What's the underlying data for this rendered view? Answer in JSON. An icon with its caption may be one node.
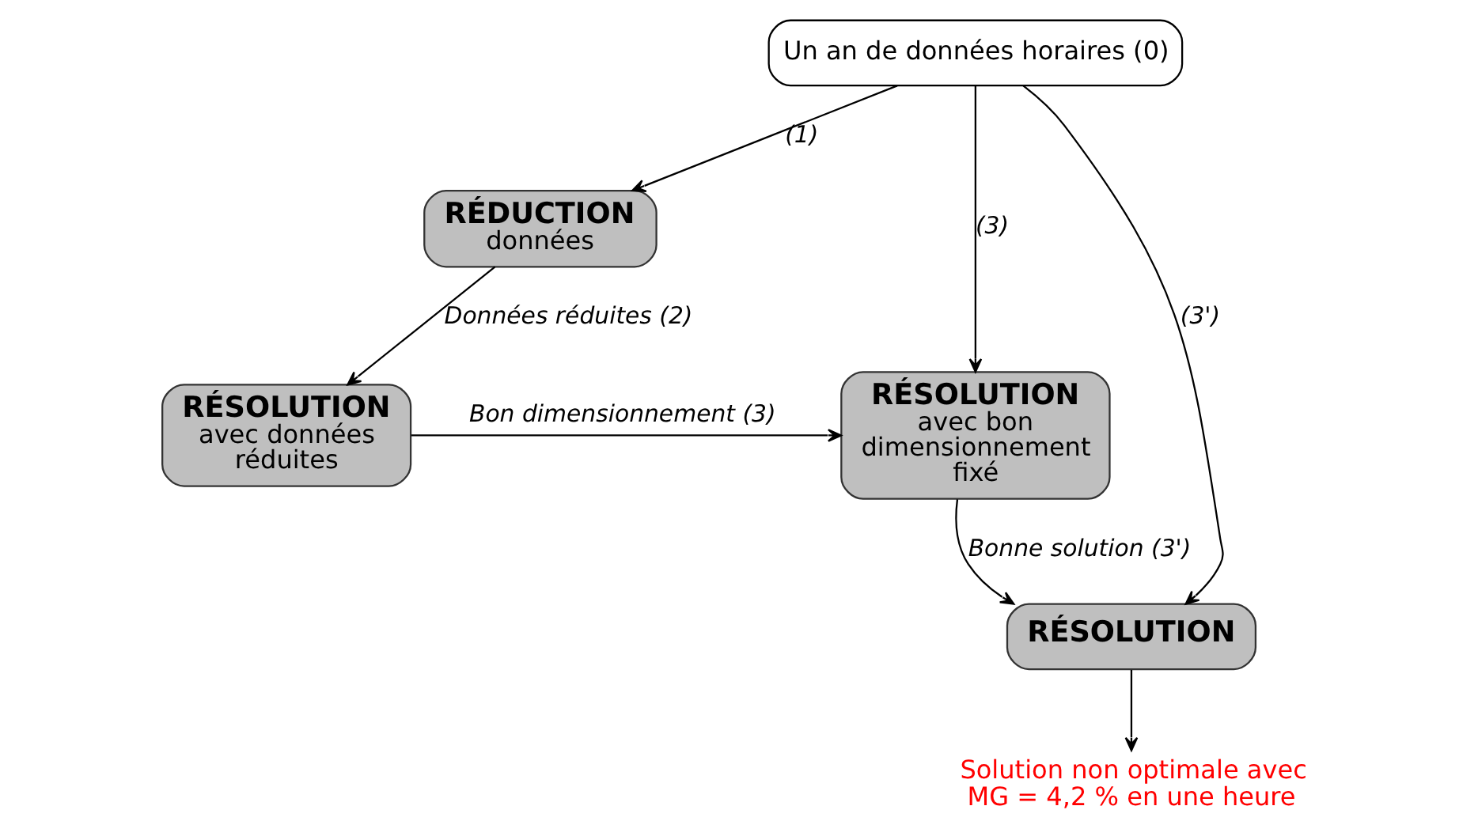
{
  "diagram": {
    "nodes": [
      {
        "text": [
          "Un an de données horaires (0)"
        ]
      },
      {
        "text": [
          "RÉDUCTION",
          "données"
        ]
      },
      {
        "text": [
          "RÉSOLUTION",
          "avec données réduites"
        ]
      },
      {
        "text": [
          "RÉSOLUTION",
          "avec bon dimensionnement fixé"
        ]
      },
      {
        "text": [
          "RÉSOLUTION"
        ]
      },
      {
        "text": [
          "Solution non optimale avec MG = 4,2 % en une heure"
        ]
      }
    ],
    "edges": [
      {
        "from": 0,
        "to": 1,
        "arrow": "to",
        "label": "(1)"
      },
      {
        "from": 0,
        "to": 3,
        "arrow": "to",
        "label": "(3)"
      },
      {
        "from": 0,
        "to": 4,
        "arrow": "to",
        "label": "(3')"
      },
      {
        "from": 1,
        "to": 2,
        "arrow": "to",
        "label": "Données réduites (2)"
      },
      {
        "from": 2,
        "to": 3,
        "arrow": "to",
        "label": "Bon dimensionnement (3)"
      },
      {
        "from": 3,
        "to": 4,
        "arrow": "to",
        "label": "Bonne solution (3')"
      },
      {
        "from": 4,
        "to": 5,
        "arrow": "to"
      }
    ]
  }
}
